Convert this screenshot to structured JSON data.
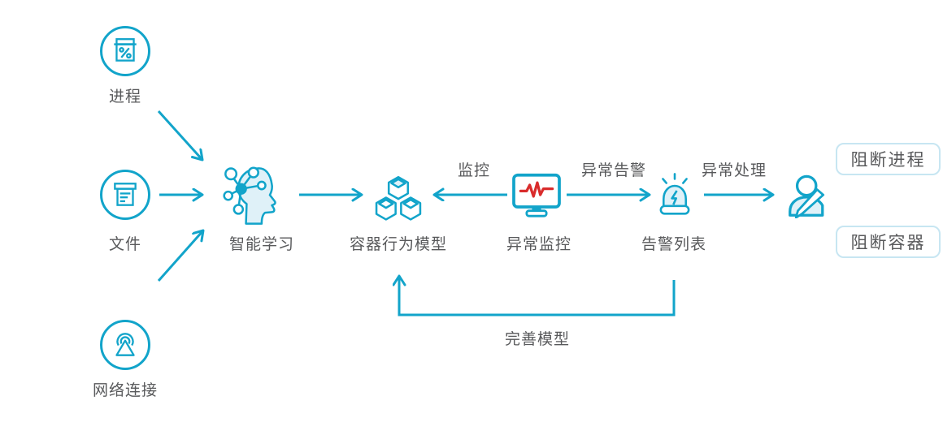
{
  "colors": {
    "accent": "#12a4ca",
    "accent_light_fill": "#dff1f8",
    "box_border": "#c7e6f2",
    "text": "#58595b",
    "ecg_red": "#d92c2c"
  },
  "sources": [
    {
      "label": "进程"
    },
    {
      "label": "文件"
    },
    {
      "label": "网络连接"
    }
  ],
  "nodes": [
    {
      "label": "智能学习"
    },
    {
      "label": "容器行为模型"
    },
    {
      "label": "异常监控"
    },
    {
      "label": "告警列表"
    }
  ],
  "edge_labels": {
    "monitor": "监控",
    "alert": "异常告警",
    "handle": "异常处理",
    "refine": "完善模型"
  },
  "actions": [
    {
      "label": "阻断进程"
    },
    {
      "label": "阻断容器"
    }
  ]
}
